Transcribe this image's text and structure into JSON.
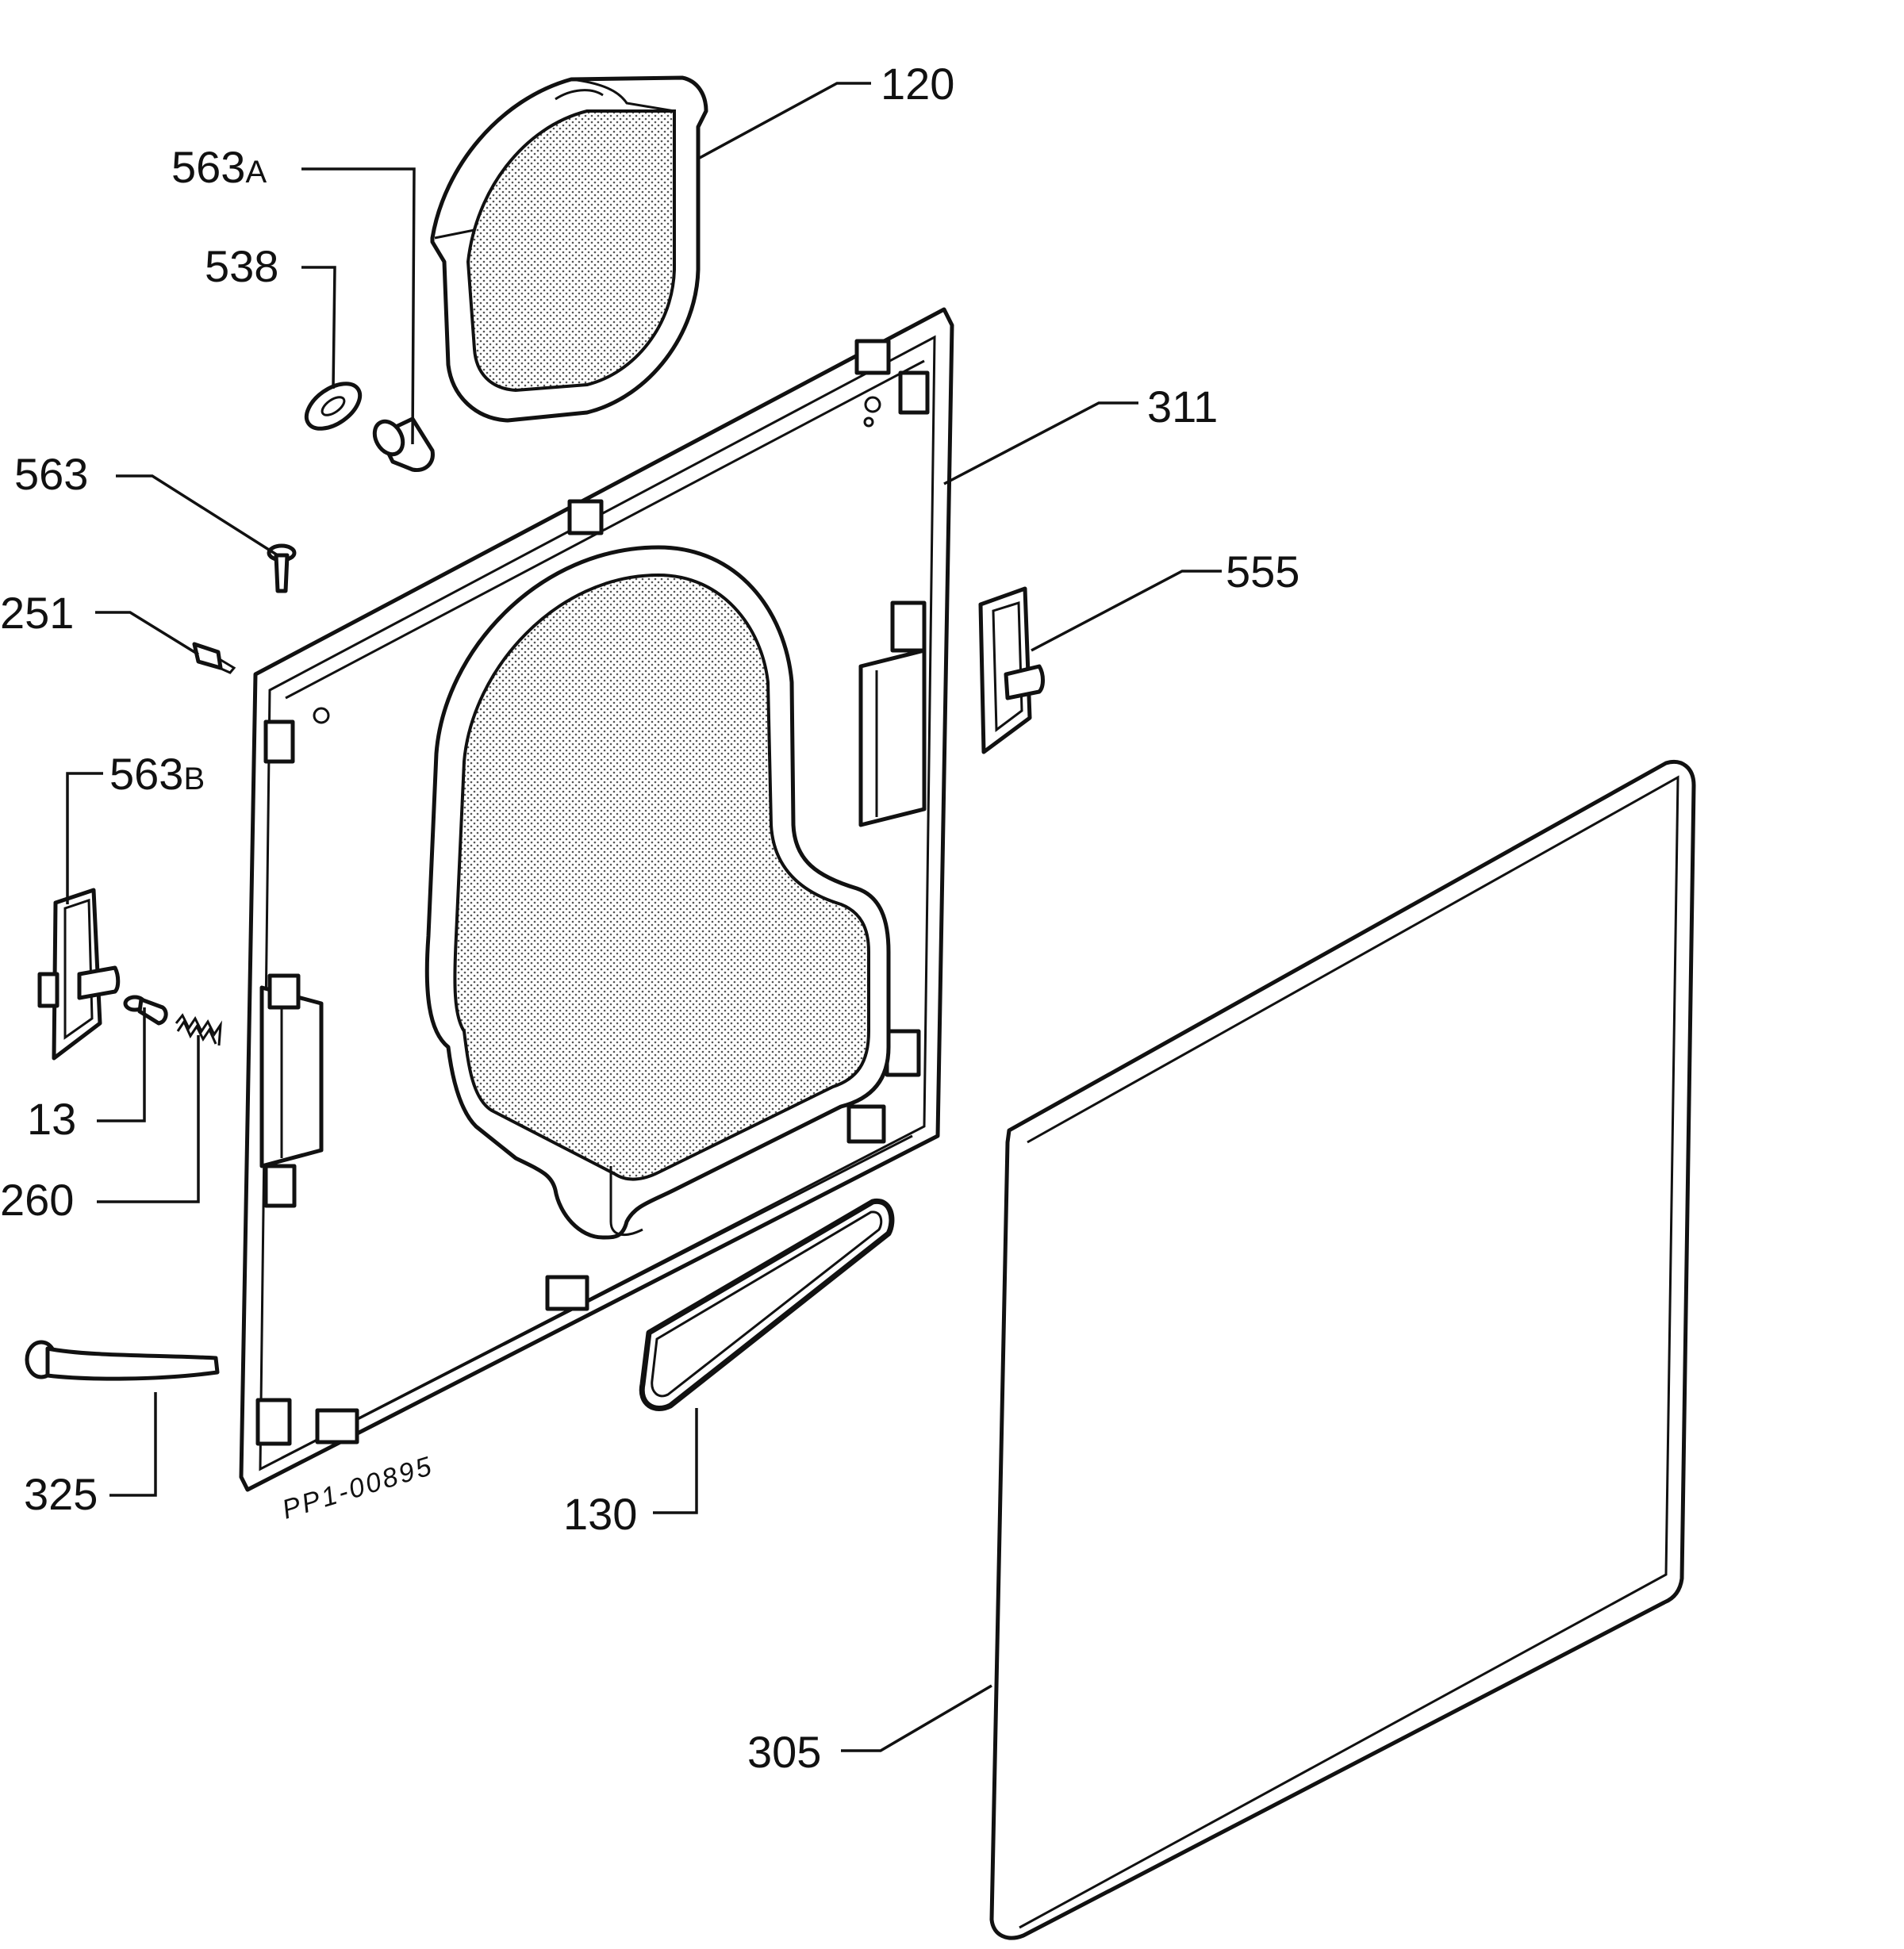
{
  "diagram": {
    "drawing_code": "PP1-00895",
    "callouts": [
      {
        "id": "c120",
        "text": "120"
      },
      {
        "id": "c563A",
        "text": "563",
        "suffix": "A"
      },
      {
        "id": "c538",
        "text": "538"
      },
      {
        "id": "c311",
        "text": "311"
      },
      {
        "id": "c563",
        "text": "563"
      },
      {
        "id": "c555",
        "text": "555"
      },
      {
        "id": "c251",
        "text": "251"
      },
      {
        "id": "c563B",
        "text": "563",
        "suffix": "B"
      },
      {
        "id": "c13",
        "text": "13"
      },
      {
        "id": "c260",
        "text": "260"
      },
      {
        "id": "c325",
        "text": "325"
      },
      {
        "id": "c130",
        "text": "130"
      },
      {
        "id": "c305",
        "text": "305"
      }
    ]
  }
}
